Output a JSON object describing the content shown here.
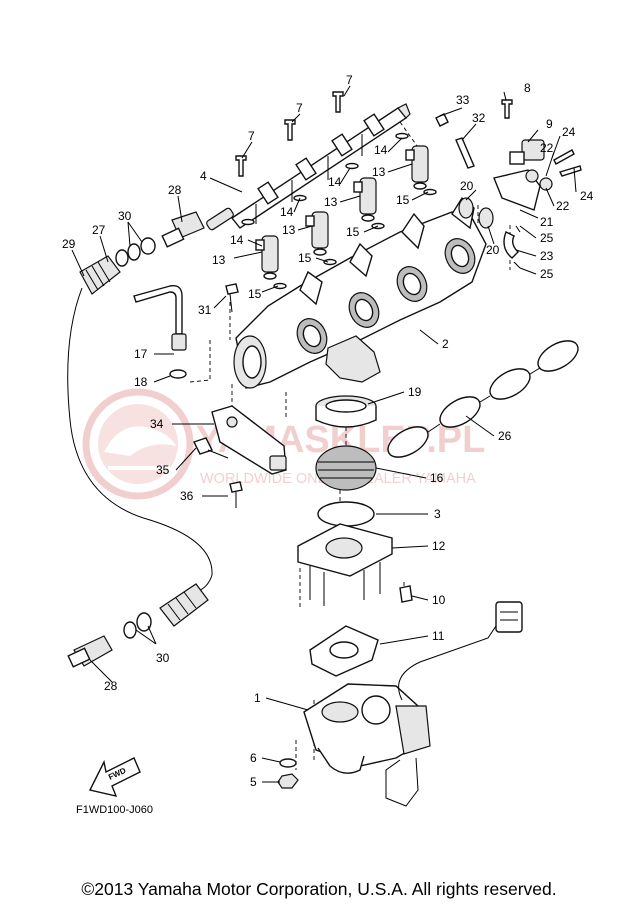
{
  "diagram": {
    "code": "F1WD100-J060",
    "copyright": "©2013 Yamaha Motor Corporation, U.S.A. All rights reserved.",
    "fwd_label": "FWD",
    "watermark": {
      "line1": "YAMASKLEP.PL",
      "line2": "WORLDWIDE ONLINE DEALER YAMAHA",
      "color": "#e8a9a9"
    },
    "callouts": [
      {
        "id": "c7a",
        "text": "7"
      },
      {
        "id": "c7b",
        "text": "7"
      },
      {
        "id": "c7c",
        "text": "7"
      },
      {
        "id": "c8",
        "text": "8"
      },
      {
        "id": "c33",
        "text": "33"
      },
      {
        "id": "c32",
        "text": "32"
      },
      {
        "id": "c9",
        "text": "9"
      },
      {
        "id": "c24a",
        "text": "24"
      },
      {
        "id": "c22a",
        "text": "22"
      },
      {
        "id": "c24b",
        "text": "24"
      },
      {
        "id": "c22b",
        "text": "22"
      },
      {
        "id": "c21",
        "text": "21"
      },
      {
        "id": "c20a",
        "text": "20"
      },
      {
        "id": "c20b",
        "text": "20"
      },
      {
        "id": "c25a",
        "text": "25"
      },
      {
        "id": "c23",
        "text": "23"
      },
      {
        "id": "c25b",
        "text": "25"
      },
      {
        "id": "c14a",
        "text": "14"
      },
      {
        "id": "c13a",
        "text": "13"
      },
      {
        "id": "c15a",
        "text": "15"
      },
      {
        "id": "c14b",
        "text": "14"
      },
      {
        "id": "c13b",
        "text": "13"
      },
      {
        "id": "c15b",
        "text": "15"
      },
      {
        "id": "c14c",
        "text": "14"
      },
      {
        "id": "c13c",
        "text": "13"
      },
      {
        "id": "c15c",
        "text": "15"
      },
      {
        "id": "c14d",
        "text": "14"
      },
      {
        "id": "c13d",
        "text": "13"
      },
      {
        "id": "c15d",
        "text": "15"
      },
      {
        "id": "c4",
        "text": "4"
      },
      {
        "id": "c28a",
        "text": "28"
      },
      {
        "id": "c30a",
        "text": "30"
      },
      {
        "id": "c27",
        "text": "27"
      },
      {
        "id": "c29",
        "text": "29"
      },
      {
        "id": "c31",
        "text": "31"
      },
      {
        "id": "c17",
        "text": "17"
      },
      {
        "id": "c18",
        "text": "18"
      },
      {
        "id": "c2",
        "text": "2"
      },
      {
        "id": "c19",
        "text": "19"
      },
      {
        "id": "c26",
        "text": "26"
      },
      {
        "id": "c34",
        "text": "34"
      },
      {
        "id": "c35",
        "text": "35"
      },
      {
        "id": "c16",
        "text": "16"
      },
      {
        "id": "c36",
        "text": "36"
      },
      {
        "id": "c3",
        "text": "3"
      },
      {
        "id": "c12",
        "text": "12"
      },
      {
        "id": "c10",
        "text": "10"
      },
      {
        "id": "c11",
        "text": "11"
      },
      {
        "id": "c30b",
        "text": "30"
      },
      {
        "id": "c28b",
        "text": "28"
      },
      {
        "id": "c1",
        "text": "1"
      },
      {
        "id": "c6",
        "text": "6"
      },
      {
        "id": "c5",
        "text": "5"
      }
    ]
  }
}
